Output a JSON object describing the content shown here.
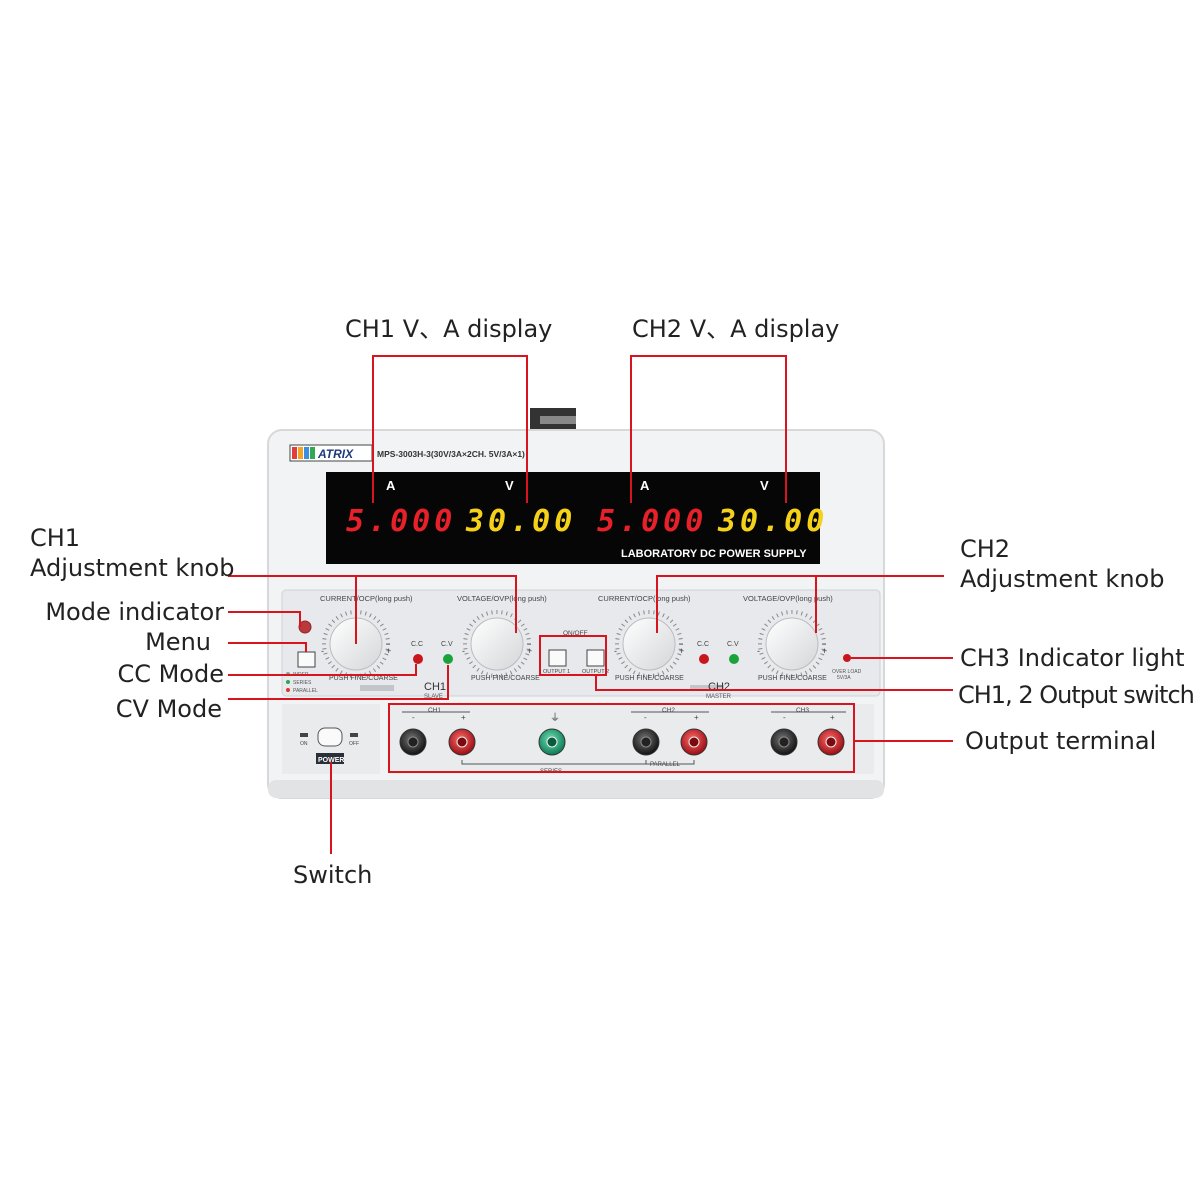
{
  "device": {
    "brand": "ATRIX",
    "model": "MPS-3003H-3(30V/3A×2CH. 5V/3A×1)",
    "banner": "LABORATORY DC POWER SUPPLY",
    "display": {
      "ch1_unit_a": "A",
      "ch1_unit_v": "V",
      "ch1_current": "5.000",
      "ch1_voltage": "30.00",
      "ch2_unit_a": "A",
      "ch2_unit_v": "V",
      "ch2_current": "5.000",
      "ch2_voltage": "30.00"
    },
    "panel": {
      "ch1_current_label": "CURRENT/OCP(long push)",
      "ch1_voltage_label": "VOLTAGE/OVP(long push)",
      "ch2_current_label": "CURRENT/OCP(long push)",
      "ch2_voltage_label": "VOLTAGE/OVP(long push)",
      "push_label_1": "PUSH FINE/COARSE",
      "push_label_2": "PUSH FINE/COARSE",
      "push_label_3": "PUSH FINE/COARSE",
      "push_label_4": "PUSH FINE/COARSE",
      "ch1_name": "CH1",
      "ch1_role": "SLAVE",
      "ch2_name": "CH2",
      "ch2_role": "MASTER",
      "cc_1": "C.C",
      "cv_1": "C.V",
      "cc_2": "C.C",
      "cv_2": "C.V",
      "on_off": "ON/OFF",
      "output1": "OUTPUT 1",
      "output2": "OUTPUT 2",
      "mode_indep": "INDEP",
      "mode_series": "SERIES",
      "mode_parallel": "PARALLEL",
      "overload": "OVER LOAD",
      "overload_spec": "5V/3A",
      "minus": "-",
      "plus": "+"
    },
    "bottom": {
      "power": "POWER",
      "on": "ON",
      "off": "OFF",
      "term_ch1": "CH1",
      "term_ch2": "CH2",
      "term_ch3": "CH3",
      "series": "SERIES",
      "parallel": "PARALLEL",
      "minus": "-",
      "plus": "+"
    }
  },
  "callouts": {
    "ch1_display": "CH1 V、A display",
    "ch2_display": "CH2 V、A display",
    "ch1_knob": "CH1\nAdjustment knob",
    "ch2_knob": "CH2\nAdjustment knob",
    "mode_indicator": "Mode indicator",
    "menu": "Menu",
    "cc_mode": "CC Mode",
    "cv_mode": "CV Mode",
    "ch3_light": "CH3 Indicator light",
    "output_switch": "CH1, 2 Output switch",
    "output_terminal": "Output terminal",
    "switch": "Switch"
  },
  "colors": {
    "callout_line": "#d8151f",
    "display_red": "#e8202a",
    "display_yellow": "#f5d21a",
    "panel": "#eef0f2",
    "led_red": "#c8161d",
    "led_green": "#1aa33a"
  }
}
